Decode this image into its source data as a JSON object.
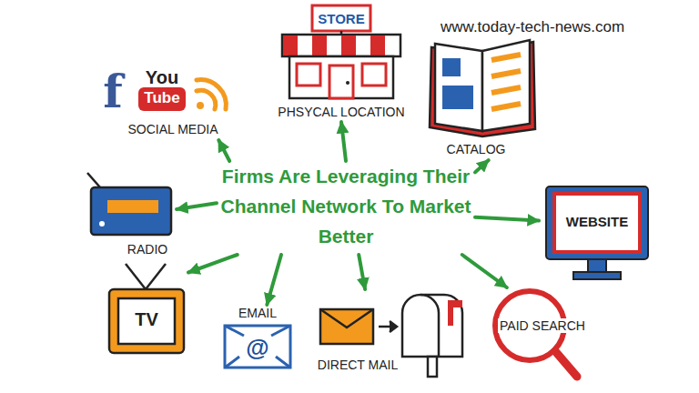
{
  "diagram": {
    "nodes": [
      {
        "text": [
          "Firms Are Leveraging Their Channel Network To Market Better"
        ]
      },
      {
        "text": [
          "f",
          "You",
          "Tube",
          "SOCIAL MEDIA"
        ]
      },
      {
        "text": [
          "STORE",
          "PHSYCAL LOCATION"
        ]
      },
      {
        "text": [
          "CATALOG"
        ]
      },
      {
        "text": [
          "RADIO"
        ]
      },
      {
        "text": [
          "WEBSITE"
        ]
      },
      {
        "text": [
          "TV"
        ]
      },
      {
        "text": [
          "EMAIL",
          "@"
        ]
      },
      {
        "text": [
          "DIRECT MAIL"
        ]
      },
      {
        "text": [
          "PAID SEARCH"
        ]
      }
    ],
    "edges": [
      {
        "from": 0,
        "to": 1,
        "arrow": "to"
      },
      {
        "from": 0,
        "to": 2,
        "arrow": "to"
      },
      {
        "from": 0,
        "to": 3,
        "arrow": "to"
      },
      {
        "from": 0,
        "to": 4,
        "arrow": "to"
      },
      {
        "from": 0,
        "to": 5,
        "arrow": "to"
      },
      {
        "from": 0,
        "to": 6,
        "arrow": "to"
      },
      {
        "from": 0,
        "to": 7,
        "arrow": "to"
      },
      {
        "from": 0,
        "to": 8,
        "arrow": "to"
      },
      {
        "from": 0,
        "to": 9,
        "arrow": "to"
      }
    ],
    "labels": [
      "www.today-tech-news.com"
    ]
  }
}
